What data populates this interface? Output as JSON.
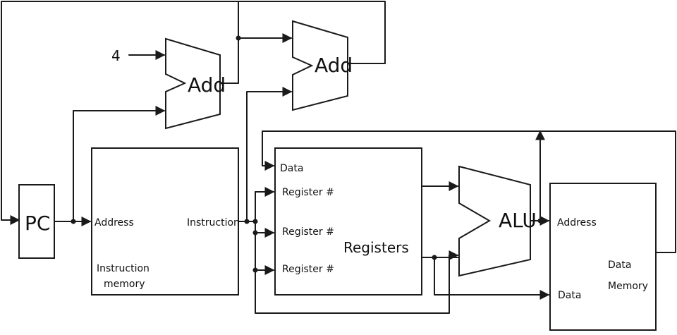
{
  "labels": {
    "pc": "PC",
    "const_four": "4",
    "adder_top_left": "Add",
    "adder_top_right": "Add",
    "imem_address": "Address",
    "imem_instruction": "Instruction",
    "imem_title_line1": "Instruction",
    "imem_title_line2": "memory",
    "reg_data": "Data",
    "reg_num1": "Register #",
    "reg_num2": "Register #",
    "reg_num3": "Register #",
    "reg_title": "Registers",
    "alu": "ALU",
    "dmem_address": "Address",
    "dmem_data": "Data",
    "dmem_title_line1": "Data",
    "dmem_title_line2": "Memory"
  }
}
